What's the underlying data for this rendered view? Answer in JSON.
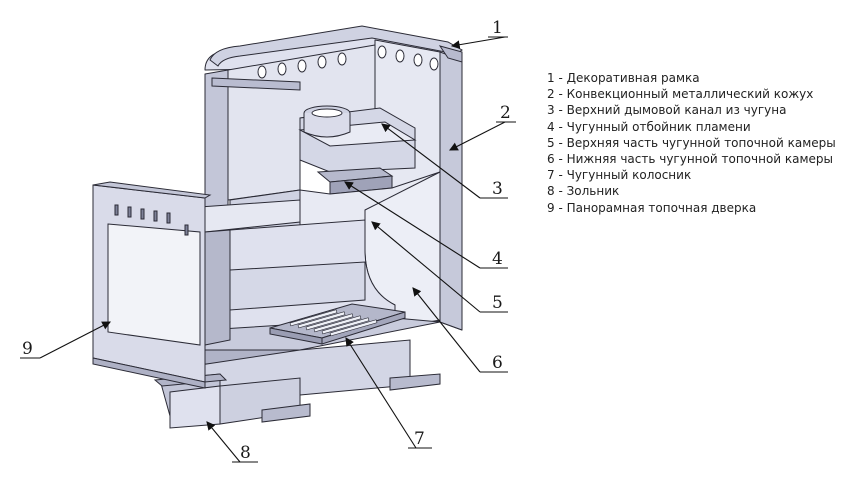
{
  "diagram": {
    "colors": {
      "outline": "#2b2b36",
      "panel_light": "#e4e6f1",
      "panel_mid": "#c9ccdd",
      "panel_dark": "#a9acc0",
      "interior": "#d8dae8",
      "leader": "#111111"
    },
    "callouts": [
      {
        "id": "1",
        "label": "1"
      },
      {
        "id": "2",
        "label": "2"
      },
      {
        "id": "3",
        "label": "3"
      },
      {
        "id": "4",
        "label": "4"
      },
      {
        "id": "5",
        "label": "5"
      },
      {
        "id": "6",
        "label": "6"
      },
      {
        "id": "7",
        "label": "7"
      },
      {
        "id": "8",
        "label": "8"
      },
      {
        "id": "9",
        "label": "9"
      }
    ]
  },
  "legend": {
    "items": [
      "1 - Декоративная рамка",
      "2 - Конвекционный металлический кожух",
      "3 - Верхний дымовой канал из чугуна",
      "4 - Чугунный отбойник пламени",
      "5 - Верхняя часть чугунной топочной камеры",
      "6 - Нижняя часть чугунной топочной камеры",
      "7 - Чугунный колосник",
      "8 - Зольник",
      "9 - Панорамная топочная дверка"
    ]
  }
}
